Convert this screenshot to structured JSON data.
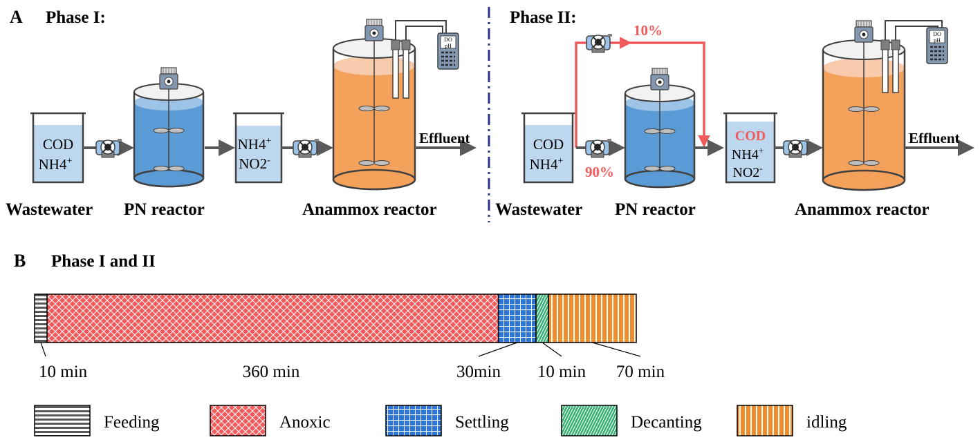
{
  "panelA": {
    "letter": "A",
    "phase1": {
      "title": "Phase I:",
      "wastewater_tank": {
        "line1": "COD",
        "line2": "NH4",
        "line2_sup": "+"
      },
      "mid_tank": {
        "line1": "NH4",
        "line1_sup": "+",
        "line2": "NO2",
        "line2_sup": "-"
      },
      "effluent": "Effluent",
      "labels": {
        "wastewater": "Wastewater",
        "pn": "PN reactor",
        "anammox": "Anammox reactor"
      },
      "meter": {
        "top": "DO",
        "bottom": "pH"
      }
    },
    "phase2": {
      "title": "Phase II:",
      "split_top": "10%",
      "split_bottom": "90%",
      "wastewater_tank": {
        "line1": "COD",
        "line2": "NH4",
        "line2_sup": "+"
      },
      "mid_tank": {
        "line1": "COD",
        "line2": "NH4",
        "line2_sup": "+",
        "line3": "NO2",
        "line3_sup": "-"
      },
      "effluent": "Effluent",
      "labels": {
        "wastewater": "Wastewater",
        "pn": "PN reactor",
        "anammox": "Anammox reactor"
      },
      "meter": {
        "top": "DO",
        "bottom": "pH"
      }
    },
    "colors": {
      "water": "#9dc3e6",
      "pn": "#5b9bd5",
      "anammox": "#f4a15c",
      "highlight": "#f25b5b",
      "arrow": "#595959",
      "divider": "#2e3192"
    }
  },
  "panelB": {
    "letter": "B",
    "title": "Phase I and II",
    "segments": [
      {
        "name": "Feeding",
        "label": "10 min",
        "minutes": 10,
        "color": "#595959"
      },
      {
        "name": "Anoxic",
        "label": "360 min",
        "minutes": 360,
        "color": "#f25b5b"
      },
      {
        "name": "Settling",
        "label": "30min",
        "minutes": 30,
        "color": "#2e75d6"
      },
      {
        "name": "Decanting",
        "label": "10 min",
        "minutes": 10,
        "color": "#3db37a"
      },
      {
        "name": "idling",
        "label": "70 min",
        "minutes": 70,
        "color": "#f08c2a"
      }
    ]
  }
}
